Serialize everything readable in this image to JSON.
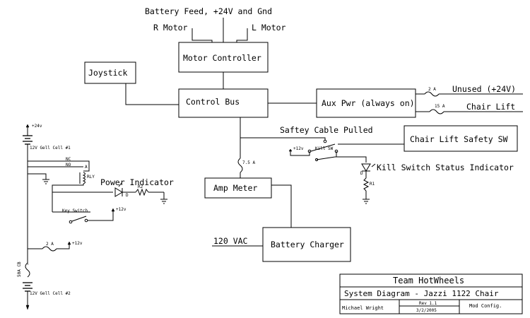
{
  "blocks": {
    "motor_controller": "Motor Controller",
    "joystick": "Joystick",
    "control_bus": "Control Bus",
    "aux_pwr": "Aux Pwr (always on)",
    "chair_lift_safety": "Chair Lift Safety SW",
    "amp_meter": "Amp Meter",
    "battery_charger": "Battery Charger"
  },
  "labels": {
    "battery_feed": "Battery Feed, +24V and Gnd",
    "r_motor": "R Motor",
    "l_motor": "L Motor",
    "unused": "Unused (+24V)",
    "chair_lift": "Chair Lift",
    "safety_cable": "Saftey Cable Pulled",
    "kill_switch_status": "Kill Switch Status Indicator",
    "power_indicator": "Power Indicator",
    "vac": "120 VAC"
  },
  "small": {
    "fuse_2a_top": "2 A",
    "fuse_15a": "15 A",
    "fuse_7_5a": "7.5 A",
    "plus24v": "+24v",
    "cell1": "12V Gell Cell #1",
    "nc": "NC",
    "no": "NO",
    "a": "A",
    "rly": "RLY",
    "d": "D",
    "r2": "R2",
    "key_switch": "Key Switch",
    "plus12v_key": "+12v",
    "plus12v_kill": "+12v",
    "kill_sw": "Kill SW",
    "d_kill": "D",
    "r1": "R1",
    "fuse_2a_left": "2 A",
    "plus12v_left": "+12v",
    "cb": "50A CB",
    "cell2": "12V Gell Cell #2"
  },
  "title_block": {
    "team": "Team HotWheels",
    "title": "System Diagram - Jazzi 1122 Chair",
    "author": "Michael Wright",
    "rev": "Rev 1.1",
    "date": "3/2/2005",
    "config": "Mod Config."
  }
}
